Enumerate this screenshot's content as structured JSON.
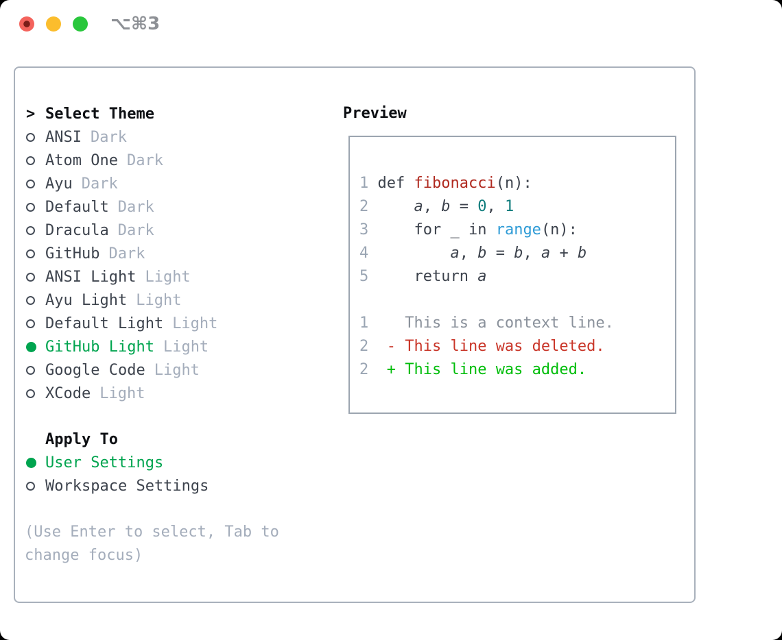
{
  "titlebar": {
    "shortcut": "⌥⌘3",
    "traffic_lights": [
      {
        "name": "close",
        "color": "#f4635c"
      },
      {
        "name": "minimize",
        "color": "#fbbd2d"
      },
      {
        "name": "zoom",
        "color": "#29c73c"
      }
    ]
  },
  "theme_list": {
    "prompt": ">",
    "header": "Select Theme",
    "items": [
      {
        "name": "ANSI",
        "tag": "Dark",
        "selected": false
      },
      {
        "name": "Atom One",
        "tag": "Dark",
        "selected": false
      },
      {
        "name": "Ayu",
        "tag": "Dark",
        "selected": false
      },
      {
        "name": "Default",
        "tag": "Dark",
        "selected": false
      },
      {
        "name": "Dracula",
        "tag": "Dark",
        "selected": false
      },
      {
        "name": "GitHub",
        "tag": "Dark",
        "selected": false
      },
      {
        "name": "ANSI Light",
        "tag": "Light",
        "selected": false
      },
      {
        "name": "Ayu Light",
        "tag": "Light",
        "selected": false
      },
      {
        "name": "Default Light",
        "tag": "Light",
        "selected": false
      },
      {
        "name": "GitHub Light",
        "tag": "Light",
        "selected": true
      },
      {
        "name": "Google Code",
        "tag": "Light",
        "selected": false
      },
      {
        "name": "XCode",
        "tag": "Light",
        "selected": false
      }
    ]
  },
  "apply_to": {
    "header": "Apply To",
    "items": [
      {
        "name": "User Settings",
        "selected": true
      },
      {
        "name": "Workspace Settings",
        "selected": false
      }
    ]
  },
  "hint": "(Use Enter to select, Tab to change focus)",
  "preview": {
    "header": "Preview",
    "code_lines": [
      [
        {
          "t": "1",
          "c": "ln"
        },
        {
          "t": " ",
          "c": ""
        },
        {
          "t": "def ",
          "c": "fg"
        },
        {
          "t": "fibonacci",
          "c": "fn"
        },
        {
          "t": "(n):",
          "c": "fg"
        }
      ],
      [
        {
          "t": "2",
          "c": "ln"
        },
        {
          "t": "     ",
          "c": ""
        },
        {
          "t": "a",
          "c": "var"
        },
        {
          "t": ", ",
          "c": "fg"
        },
        {
          "t": "b",
          "c": "var"
        },
        {
          "t": " = ",
          "c": "fg"
        },
        {
          "t": "0",
          "c": "num"
        },
        {
          "t": ", ",
          "c": "fg"
        },
        {
          "t": "1",
          "c": "num"
        }
      ],
      [
        {
          "t": "3",
          "c": "ln"
        },
        {
          "t": "     ",
          "c": ""
        },
        {
          "t": "for _ in ",
          "c": "fg"
        },
        {
          "t": "range",
          "c": "call"
        },
        {
          "t": "(n):",
          "c": "fg"
        }
      ],
      [
        {
          "t": "4",
          "c": "ln"
        },
        {
          "t": "         ",
          "c": ""
        },
        {
          "t": "a",
          "c": "var"
        },
        {
          "t": ", ",
          "c": "fg"
        },
        {
          "t": "b",
          "c": "var"
        },
        {
          "t": " = ",
          "c": "fg"
        },
        {
          "t": "b",
          "c": "var"
        },
        {
          "t": ", ",
          "c": "fg"
        },
        {
          "t": "a",
          "c": "var"
        },
        {
          "t": " + ",
          "c": "fg"
        },
        {
          "t": "b",
          "c": "var"
        }
      ],
      [
        {
          "t": "5",
          "c": "ln"
        },
        {
          "t": "     ",
          "c": ""
        },
        {
          "t": "return ",
          "c": "fg"
        },
        {
          "t": "a",
          "c": "var"
        }
      ],
      [],
      [
        {
          "t": "1",
          "c": "ln"
        },
        {
          "t": "    ",
          "c": ""
        },
        {
          "t": "This is a context line.",
          "c": "ctx"
        }
      ],
      [
        {
          "t": "2",
          "c": "ln"
        },
        {
          "t": "  ",
          "c": ""
        },
        {
          "t": "- This line was deleted.",
          "c": "del"
        }
      ],
      [
        {
          "t": "2",
          "c": "ln"
        },
        {
          "t": "  ",
          "c": ""
        },
        {
          "t": "+ This line was added.",
          "c": "add"
        }
      ]
    ]
  },
  "colors": {
    "accent_green": "#00a44f",
    "diff_added": "#00bd0a",
    "diff_removed": "#c93528",
    "function_red": "#b02a20",
    "call_blue": "#2e9bd6",
    "number_teal": "#0e7c7c",
    "muted_gray": "#a4adbb",
    "text": "#3d434d",
    "line_number": "#9aa5b3",
    "panel_border": "#a9b1bc"
  }
}
